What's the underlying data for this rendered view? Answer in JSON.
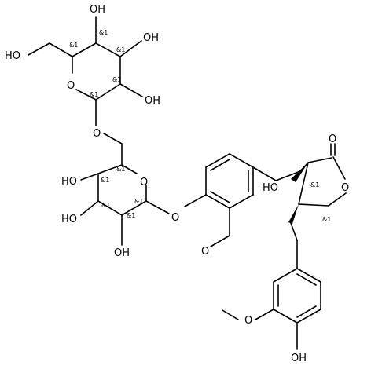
{
  "atoms": {
    "oh_top": "OH",
    "ho_left": "HO",
    "oh_right_upper": "OH",
    "o_ring_upper": "O",
    "oh_right_lower": "OH",
    "o_link": "O",
    "o_ring_lower": "O",
    "ho_lower_1": "HO",
    "ho_lower_2": "HO",
    "oh_lower_bottom": "OH",
    "o_aryl_ether": "O",
    "o_methoxy_1": "O",
    "o_lactone_carbonyl": "O",
    "o_lactone_ring": "O",
    "ho_quaternary": "HO",
    "o_methoxy_2": "O",
    "oh_phenol": "OH"
  },
  "stereo_label": "&1"
}
